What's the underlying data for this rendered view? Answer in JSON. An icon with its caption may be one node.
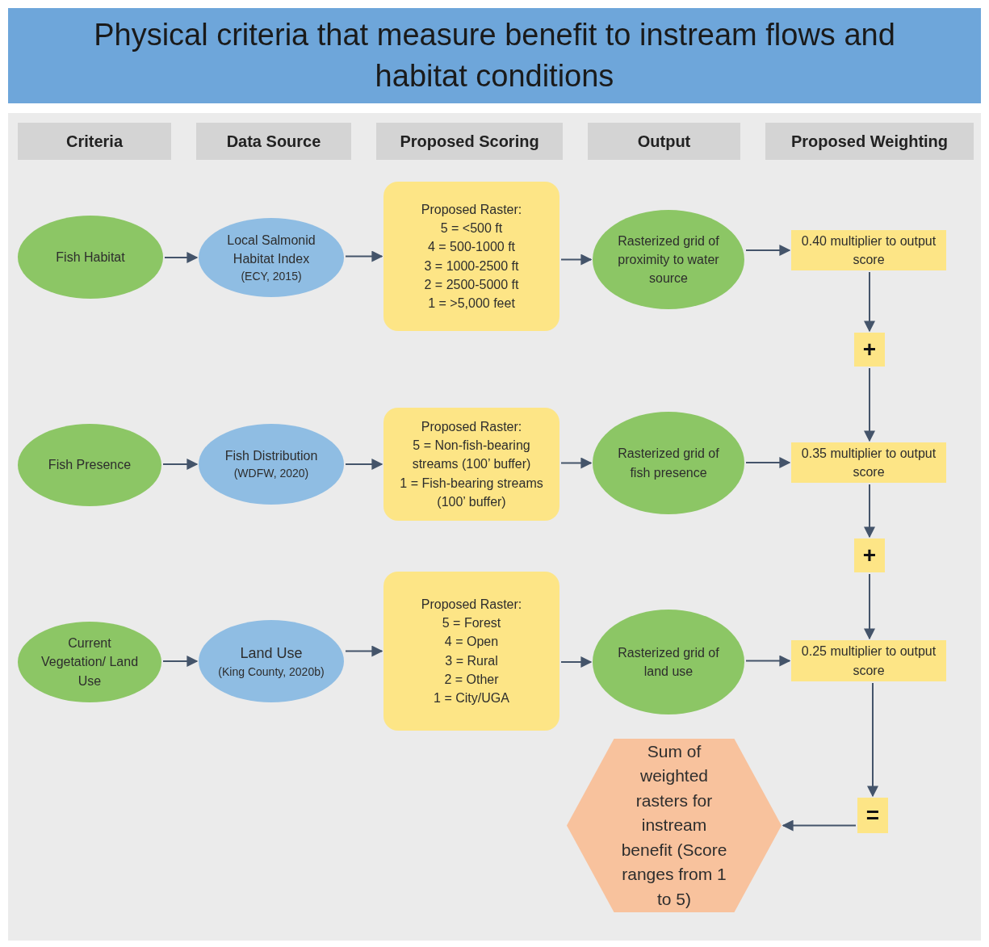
{
  "diagram": {
    "title": "Physical criteria that measure benefit to instream flows and habitat conditions",
    "nodes": [
      {
        "text": [
          "Criteria"
        ]
      },
      {
        "text": [
          "Data Source"
        ]
      },
      {
        "text": [
          "Proposed Scoring"
        ]
      },
      {
        "text": [
          "Output"
        ]
      },
      {
        "text": [
          "Proposed Weighting"
        ]
      },
      {
        "text": [
          "Fish Habitat"
        ]
      },
      {
        "text": [
          "Local Salmonid Habitat Index",
          "(ECY, 2015)"
        ]
      },
      {
        "text": [
          "Proposed Raster:",
          "5 = <500 ft",
          "4 = 500-1000 ft",
          "3 = 1000-2500 ft",
          "2 = 2500-5000 ft",
          "1 = >5,000 feet"
        ]
      },
      {
        "text": [
          "Rasterized grid of proximity to water source"
        ]
      },
      {
        "text": [
          "0.40 multiplier to output score"
        ]
      },
      {
        "text": [
          "+"
        ]
      },
      {
        "text": [
          "Fish Presence"
        ]
      },
      {
        "text": [
          "Fish Distribution",
          "(WDFW, 2020)"
        ]
      },
      {
        "text": [
          "Proposed Raster:",
          "5 = Non-fish-bearing streams (100’ buffer)",
          "1 = Fish-bearing streams (100’ buffer)"
        ]
      },
      {
        "text": [
          "Rasterized grid of fish presence"
        ]
      },
      {
        "text": [
          "0.35 multiplier to output score"
        ]
      },
      {
        "text": [
          "+"
        ]
      },
      {
        "text": [
          "Current Vegetation/ Land Use"
        ]
      },
      {
        "text": [
          "Land Use",
          "(King County, 2020b)"
        ]
      },
      {
        "text": [
          "Proposed Raster:",
          "5 = Forest",
          "4 = Open",
          "3 = Rural",
          "2 = Other",
          "1 = City/UGA"
        ]
      },
      {
        "text": [
          "Rasterized grid of land use"
        ]
      },
      {
        "text": [
          "0.25 multiplier to output score"
        ]
      },
      {
        "text": [
          "="
        ]
      },
      {
        "text": [
          "Sum of weighted rasters for instream benefit (Score ranges from 1 to 5)"
        ]
      }
    ],
    "edges": [
      {
        "from": 5,
        "to": 6,
        "arrow": "to"
      },
      {
        "from": 6,
        "to": 7,
        "arrow": "to"
      },
      {
        "from": 7,
        "to": 8,
        "arrow": "to"
      },
      {
        "from": 8,
        "to": 9,
        "arrow": "to"
      },
      {
        "from": 9,
        "to": 10,
        "arrow": "to"
      },
      {
        "from": 10,
        "to": 15,
        "arrow": "to"
      },
      {
        "from": 11,
        "to": 12,
        "arrow": "to"
      },
      {
        "from": 12,
        "to": 13,
        "arrow": "to"
      },
      {
        "from": 13,
        "to": 14,
        "arrow": "to"
      },
      {
        "from": 14,
        "to": 15,
        "arrow": "to"
      },
      {
        "from": 15,
        "to": 16,
        "arrow": "to"
      },
      {
        "from": 16,
        "to": 21,
        "arrow": "to"
      },
      {
        "from": 17,
        "to": 18,
        "arrow": "to"
      },
      {
        "from": 18,
        "to": 19,
        "arrow": "to"
      },
      {
        "from": 19,
        "to": 20,
        "arrow": "to"
      },
      {
        "from": 20,
        "to": 21,
        "arrow": "to"
      },
      {
        "from": 21,
        "to": 22,
        "arrow": "to"
      },
      {
        "from": 22,
        "to": 23,
        "arrow": "to"
      }
    ]
  }
}
